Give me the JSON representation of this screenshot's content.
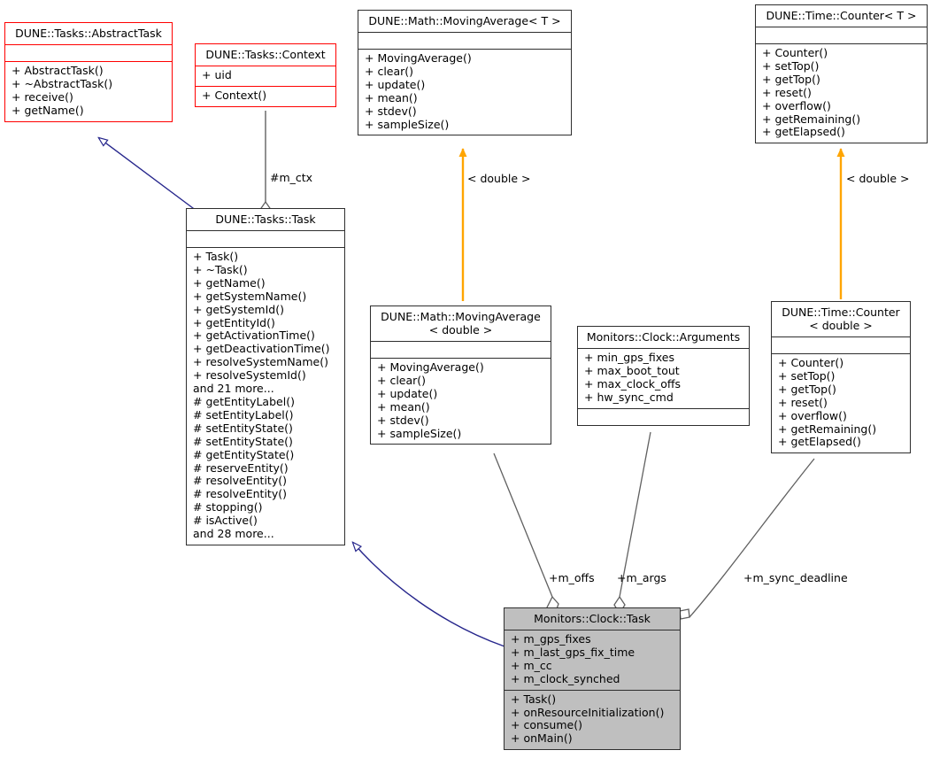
{
  "diagram": {
    "kind": "uml-collaboration-diagram",
    "title": "Monitors::Clock::Task collaboration diagram",
    "colors": {
      "template_border": "#ff0000",
      "class_border": "#2e2e2e",
      "focal_fill": "#bfbfbf",
      "inheritance_edge": "#26268c",
      "usage_edge": "#606060",
      "instantiation_edge": "#ffa500",
      "background": "#ffffff"
    }
  },
  "nodes": [
    {
      "id": "abstract-task",
      "name": "DUNE::Tasks::AbstractTask",
      "style": "red",
      "attributes": [],
      "operations": [
        "+ AbstractTask()",
        "+ ~AbstractTask()",
        "+ receive()",
        "+ getName()"
      ]
    },
    {
      "id": "context",
      "name": "DUNE::Tasks::Context",
      "style": "red",
      "attributes": [
        "+ uid"
      ],
      "operations": [
        "+ Context()"
      ]
    },
    {
      "id": "moving-average-t",
      "name": "DUNE::Math::MovingAverage< T >",
      "style": "plain",
      "attributes": [],
      "operations": [
        "+ MovingAverage()",
        "+ clear()",
        "+ update()",
        "+ mean()",
        "+ stdev()",
        "+ sampleSize()"
      ]
    },
    {
      "id": "counter-t",
      "name": "DUNE::Time::Counter< T >",
      "style": "plain",
      "attributes": [],
      "operations": [
        "+ Counter()",
        "+ setTop()",
        "+ getTop()",
        "+ reset()",
        "+ overflow()",
        "+ getRemaining()",
        "+ getElapsed()"
      ]
    },
    {
      "id": "tasks-task",
      "name": "DUNE::Tasks::Task",
      "style": "plain",
      "attributes": [],
      "operations": [
        "+ Task()",
        "+ ~Task()",
        "+ getName()",
        "+ getSystemName()",
        "+ getSystemId()",
        "+ getEntityId()",
        "+ getActivationTime()",
        "+ getDeactivationTime()",
        "+ resolveSystemName()",
        "+ resolveSystemId()",
        "and 21 more...",
        "# getEntityLabel()",
        "# setEntityLabel()",
        "# setEntityState()",
        "# setEntityState()",
        "# getEntityState()",
        "# reserveEntity()",
        "# resolveEntity()",
        "# resolveEntity()",
        "# stopping()",
        "# isActive()",
        "and 28 more..."
      ]
    },
    {
      "id": "moving-average-double",
      "name": "DUNE::Math::MovingAverage\n< double >",
      "style": "plain",
      "attributes": [],
      "operations": [
        "+ MovingAverage()",
        "+ clear()",
        "+ update()",
        "+ mean()",
        "+ stdev()",
        "+ sampleSize()"
      ]
    },
    {
      "id": "clock-arguments",
      "name": "Monitors::Clock::Arguments",
      "style": "plain",
      "attributes": [
        "+ min_gps_fixes",
        "+ max_boot_tout",
        "+ max_clock_offs",
        "+ hw_sync_cmd"
      ],
      "operations": []
    },
    {
      "id": "counter-double",
      "name": "DUNE::Time::Counter\n< double >",
      "style": "plain",
      "attributes": [],
      "operations": [
        "+ Counter()",
        "+ setTop()",
        "+ getTop()",
        "+ reset()",
        "+ overflow()",
        "+ getRemaining()",
        "+ getElapsed()"
      ]
    },
    {
      "id": "clock-task",
      "name": "Monitors::Clock::Task",
      "style": "focal",
      "attributes": [
        "+ m_gps_fixes",
        "+ m_last_gps_fix_time",
        "+ m_cc",
        "+ m_clock_synched"
      ],
      "operations": [
        "+ Task()",
        "+ onResourceInitialization()",
        "+ consume()",
        "+ onMain()"
      ]
    }
  ],
  "edge_labels": [
    {
      "id": "m-ctx",
      "text": "#m_ctx"
    },
    {
      "id": "double-moving-average",
      "text": "< double >"
    },
    {
      "id": "double-counter",
      "text": "< double >"
    },
    {
      "id": "m-offs",
      "text": "+m_offs"
    },
    {
      "id": "m-args",
      "text": "+m_args"
    },
    {
      "id": "m-sync-deadline",
      "text": "+m_sync_deadline"
    }
  ]
}
